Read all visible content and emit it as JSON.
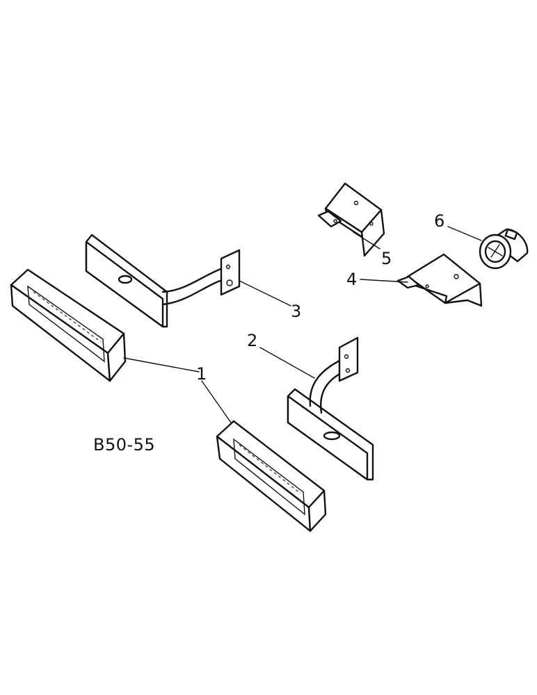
{
  "diagram": {
    "reference_code": "B50-55",
    "callouts": [
      {
        "id": "1",
        "label": "1"
      },
      {
        "id": "2",
        "label": "2"
      },
      {
        "id": "3",
        "label": "3"
      },
      {
        "id": "4",
        "label": "4"
      },
      {
        "id": "5",
        "label": "5"
      },
      {
        "id": "6",
        "label": "6"
      }
    ]
  }
}
